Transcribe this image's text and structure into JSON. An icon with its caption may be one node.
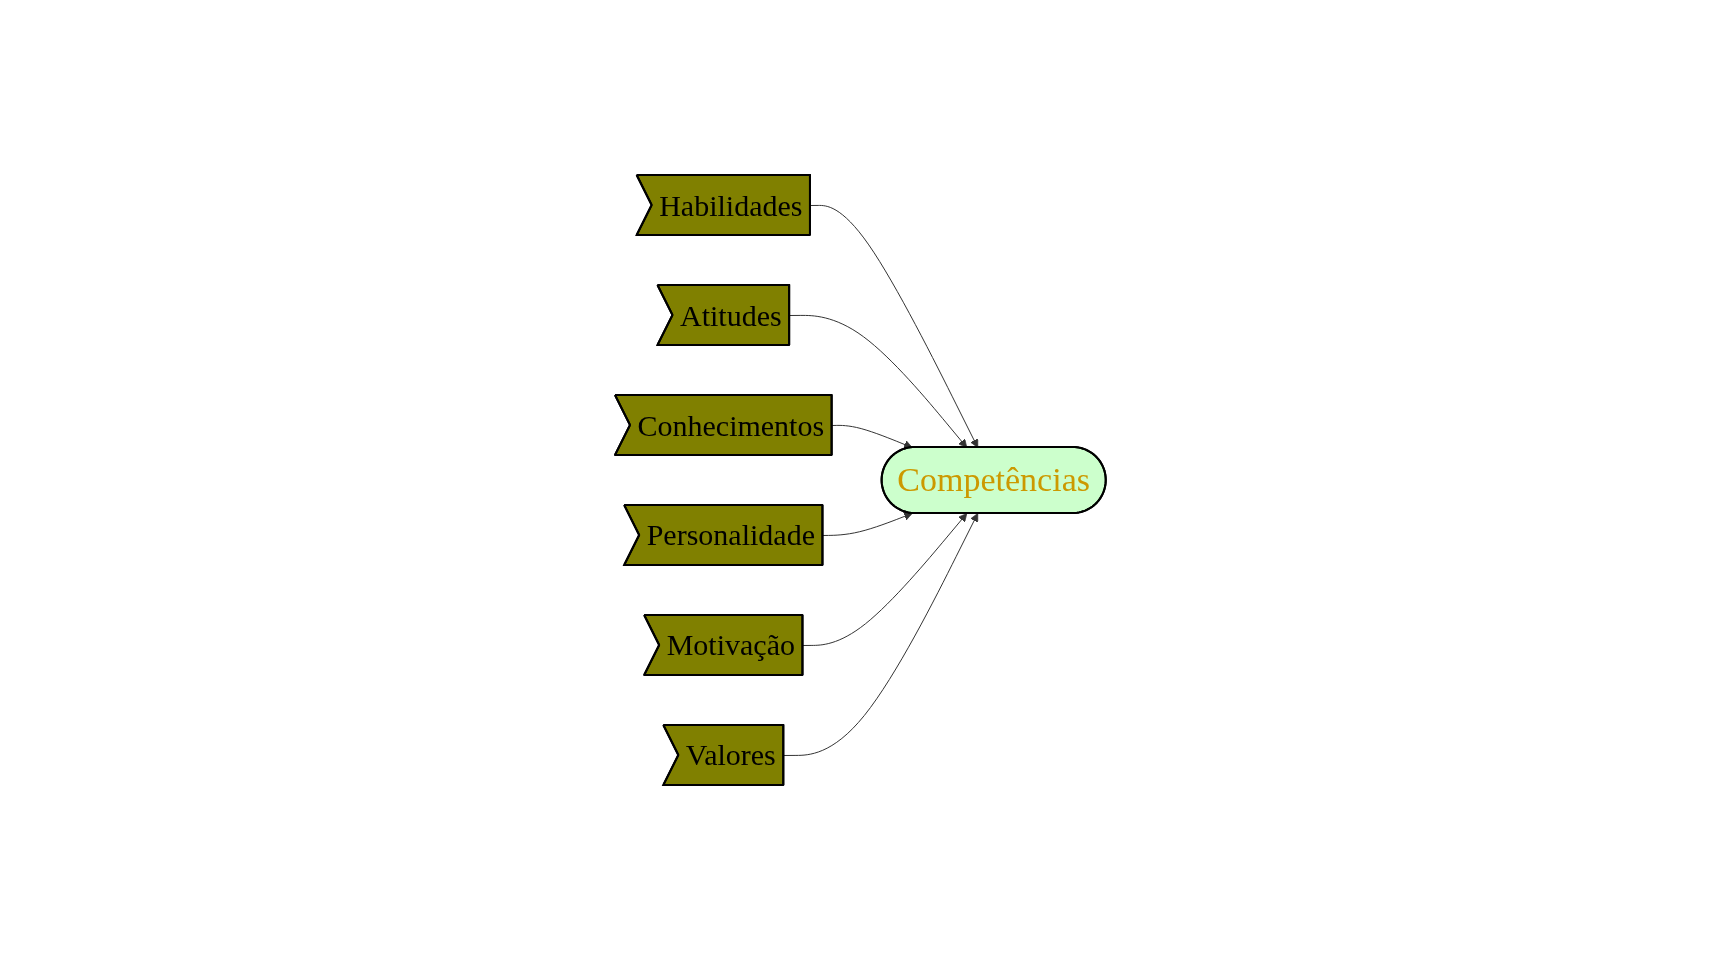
{
  "diagram": {
    "nodes": [
      {
        "text": [
          "Habilidades"
        ]
      },
      {
        "text": [
          "Atitudes"
        ]
      },
      {
        "text": [
          "Conhecimentos"
        ]
      },
      {
        "text": [
          "Competências"
        ]
      },
      {
        "text": [
          "Personalidade"
        ]
      },
      {
        "text": [
          "Motivação"
        ]
      },
      {
        "text": [
          "Valores"
        ]
      }
    ],
    "edges": [
      {
        "from": 0,
        "to": 3,
        "arrow": "to"
      },
      {
        "from": 1,
        "to": 3,
        "arrow": "to"
      },
      {
        "from": 2,
        "to": 3,
        "arrow": "to"
      },
      {
        "from": 4,
        "to": 3,
        "arrow": "to"
      },
      {
        "from": 5,
        "to": 3,
        "arrow": "to"
      },
      {
        "from": 6,
        "to": 3,
        "arrow": "to"
      }
    ]
  }
}
